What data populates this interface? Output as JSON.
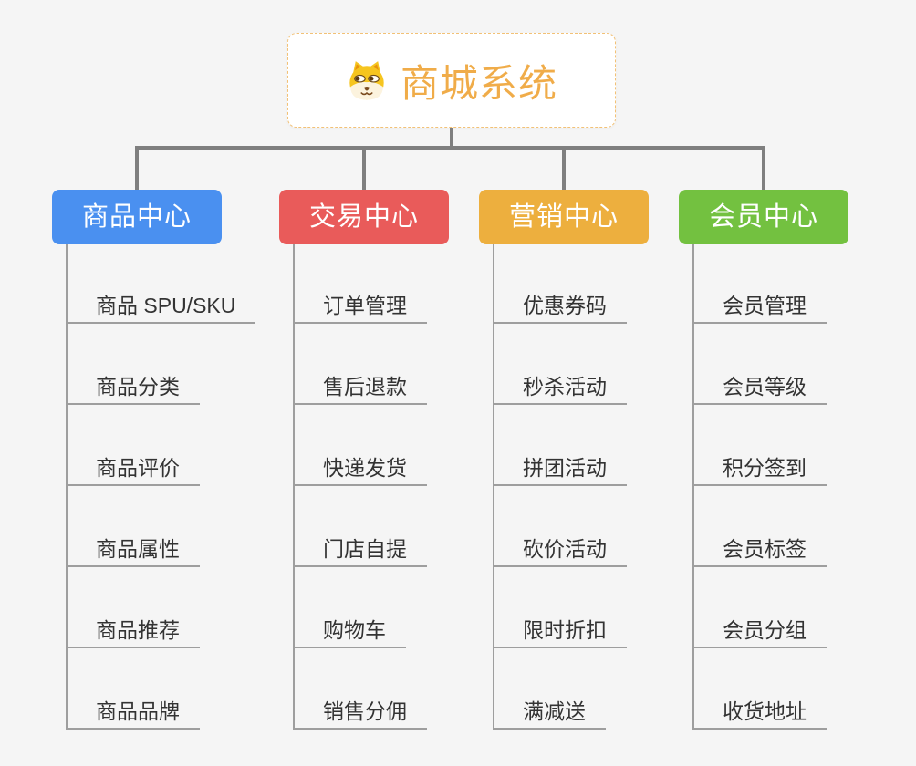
{
  "root": {
    "title": "商城系统",
    "icon": "dog-face-icon"
  },
  "colors": {
    "background": "#f5f5f5",
    "connector": "#7f7f7f",
    "leaf_line": "#9e9e9e",
    "leaf_text": "#333333",
    "root_border": "#f2c176",
    "root_title": "#f0ac49"
  },
  "branches": [
    {
      "label": "商品中心",
      "color": "#4a90f0",
      "items": [
        "商品 SPU/SKU",
        "商品分类",
        "商品评价",
        "商品属性",
        "商品推荐",
        "商品品牌"
      ]
    },
    {
      "label": "交易中心",
      "color": "#e95b5a",
      "items": [
        "订单管理",
        "售后退款",
        "快递发货",
        "门店自提",
        "购物车",
        "销售分佣"
      ]
    },
    {
      "label": "营销中心",
      "color": "#edaf3e",
      "items": [
        "优惠券码",
        "秒杀活动",
        "拼团活动",
        "砍价活动",
        "限时折扣",
        "满减送"
      ]
    },
    {
      "label": "会员中心",
      "color": "#73c140",
      "items": [
        "会员管理",
        "会员等级",
        "积分签到",
        "会员标签",
        "会员分组",
        "收货地址"
      ]
    }
  ]
}
